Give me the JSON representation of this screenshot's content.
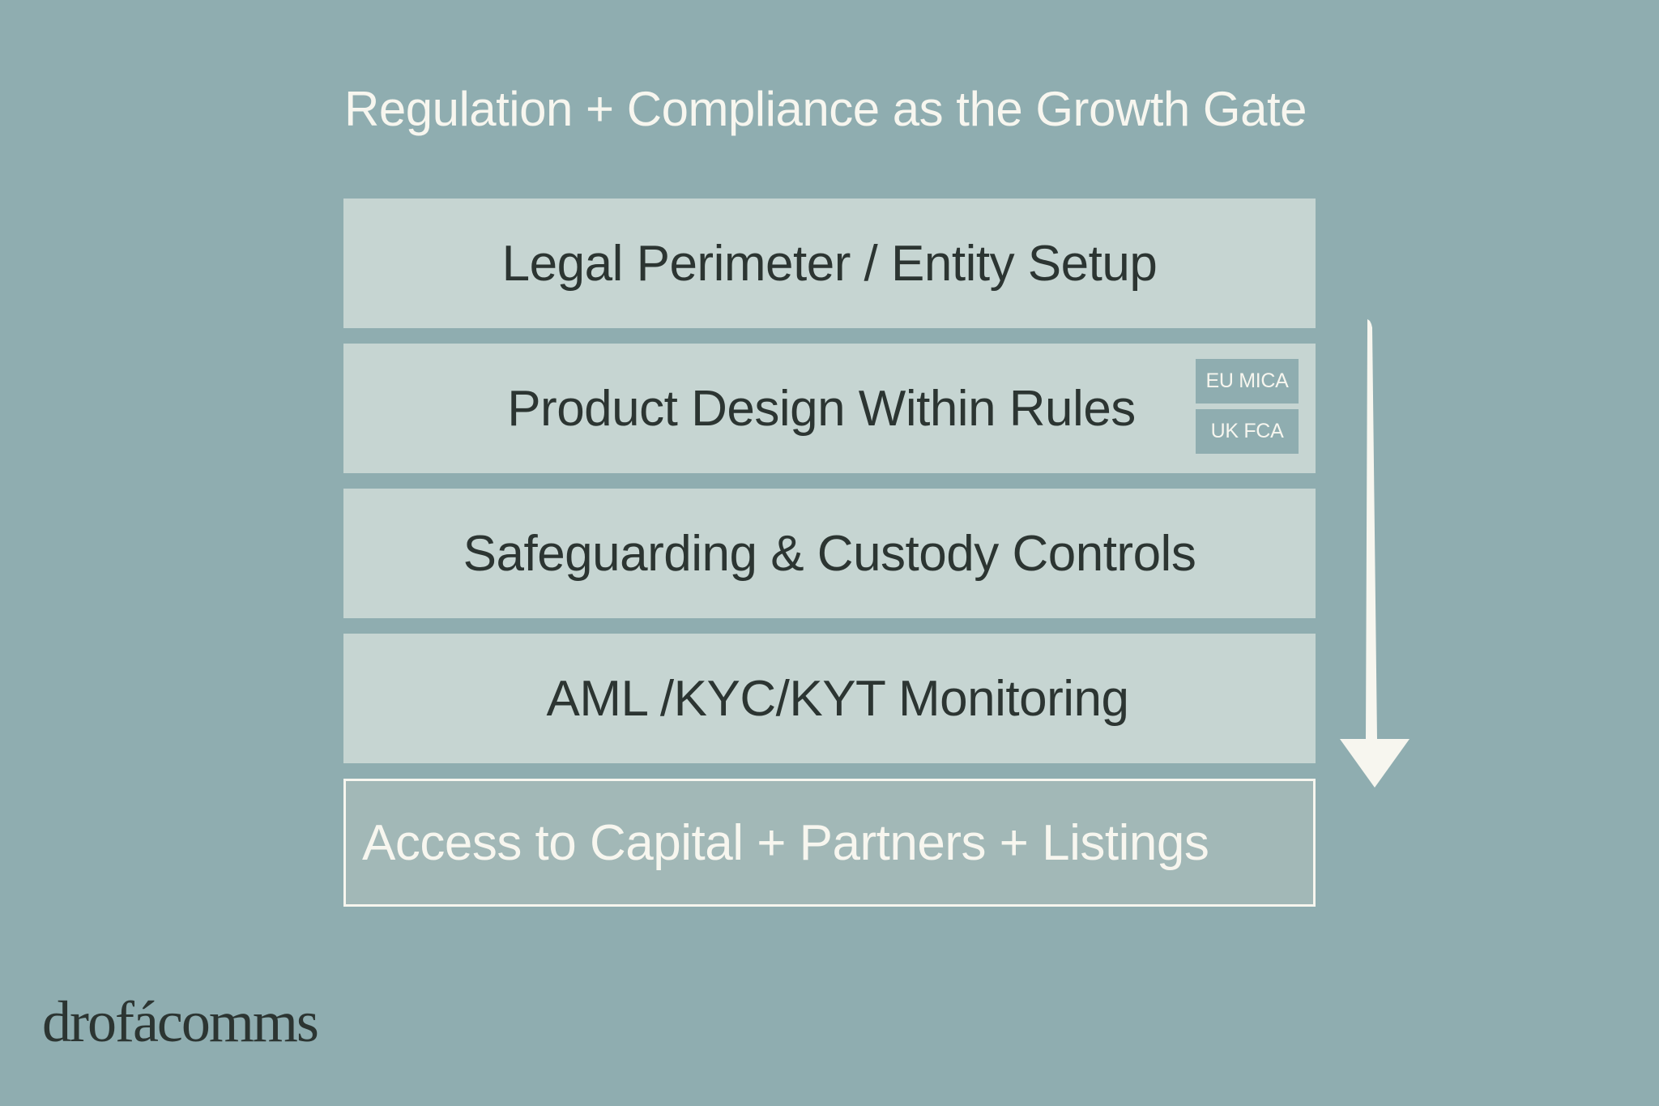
{
  "title": "Regulation + Compliance as the Growth Gate",
  "layers": [
    "Legal Perimeter / Entity Setup",
    "Product Design Within Rules",
    "Safeguarding & Custody Controls",
    "AML /KYC/KYT Monitoring"
  ],
  "outcome": "Access to Capital + Partners + Listings",
  "tags": [
    "EU MICA",
    "UK FCA"
  ],
  "logo": "drofácomms",
  "colors": {
    "background": "#8fadb0",
    "layer_fill": "#c6d5d2",
    "layer_text": "#2c3532",
    "light_text": "#f7f6ef"
  },
  "icons": {
    "flow": "down-arrow-icon"
  }
}
